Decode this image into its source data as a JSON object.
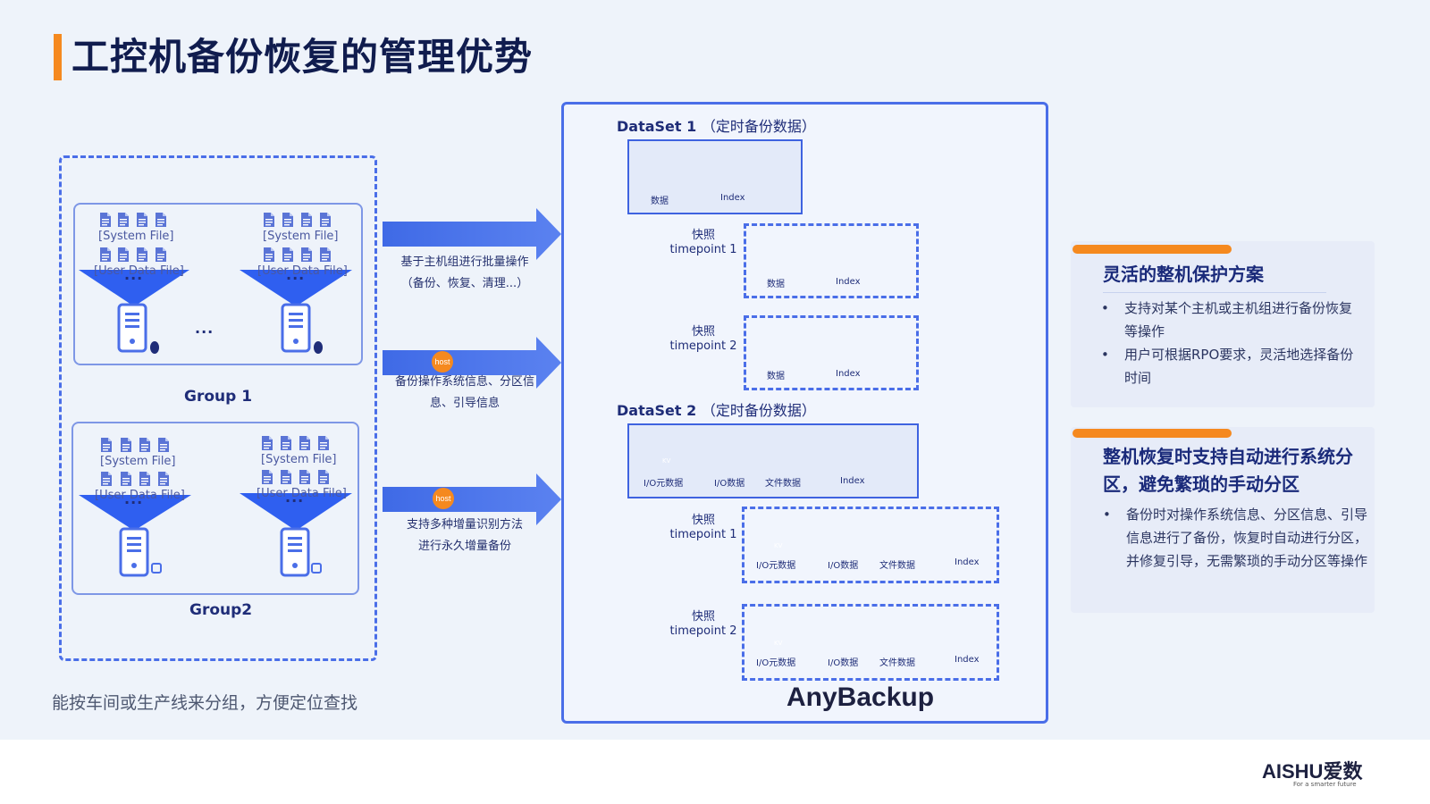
{
  "title": "工控机备份恢复的管理优势",
  "groups": {
    "group1_label": "Group 1",
    "group2_label": "Group2",
    "system_file": "[System File]",
    "user_data_file": "[User Data File]",
    "ellipsis": "···",
    "mid_ellipsis": "..."
  },
  "arrows": [
    {
      "line1": "基于主机组进行批量操作",
      "line2": "（备份、恢复、清理...）",
      "badge": ""
    },
    {
      "line1": "备份操作系统信息、分区信",
      "line2": "息、引导信息",
      "badge": "host"
    },
    {
      "line1": "支持多种增量识别方法",
      "line2": "进行永久增量备份",
      "badge": "host"
    }
  ],
  "center": {
    "dataset1": {
      "name": "DataSet 1",
      "sub": "（定时备份数据）"
    },
    "dataset2": {
      "name": "DataSet 2",
      "sub": "（定时备份数据）"
    },
    "data_label": "数据",
    "index_label": "Index",
    "io_meta": "I/O元数据",
    "io_data": "I/O数据",
    "file_data": "文件数据",
    "kv": "KV",
    "snapshot": "快照",
    "tp1": "timepoint 1",
    "tp2": "timepoint 2",
    "brand": "AnyBackup"
  },
  "cards": [
    {
      "title": "灵活的整机保护方案",
      "items": [
        "支持对某个主机或主机组进行备份恢复等操作",
        "用户可根据RPO要求，灵活地选择备份时间"
      ]
    },
    {
      "title": "整机恢复时支持自动进行系统分区，避免繁琐的手动分区",
      "items": [
        "备份时对操作系统信息、分区信息、引导信息进行了备份，恢复时自动进行分区，并修复引导，无需繁琐的手动分区等操作"
      ]
    }
  ],
  "footnote": "能按车间或生产线来分组，方便定位查找",
  "logo": {
    "main": "AISHU爱数",
    "tagline": "For a smarter future"
  },
  "colors": {
    "accent": "#f5891f",
    "primary": "#3f63e0",
    "dark": "#101c4e"
  }
}
